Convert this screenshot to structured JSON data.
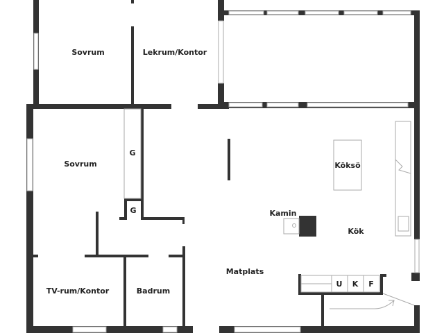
{
  "rooms": {
    "bedroom_top": "Sovrum",
    "playroom_office": "Lekrum/Kontor",
    "bedroom_left": "Sovrum",
    "tv_office": "TV-rum/Kontor",
    "bathroom": "Badrum",
    "kitchen_island": "Köksö",
    "fireplace": "Kamin",
    "kitchen": "Kök",
    "dining": "Matplats",
    "closet_1": "G",
    "closet_2": "G"
  },
  "cabinets": [
    "U",
    "K",
    "F"
  ],
  "colors": {
    "wall": "#333333",
    "window": "#aaaaaa"
  }
}
